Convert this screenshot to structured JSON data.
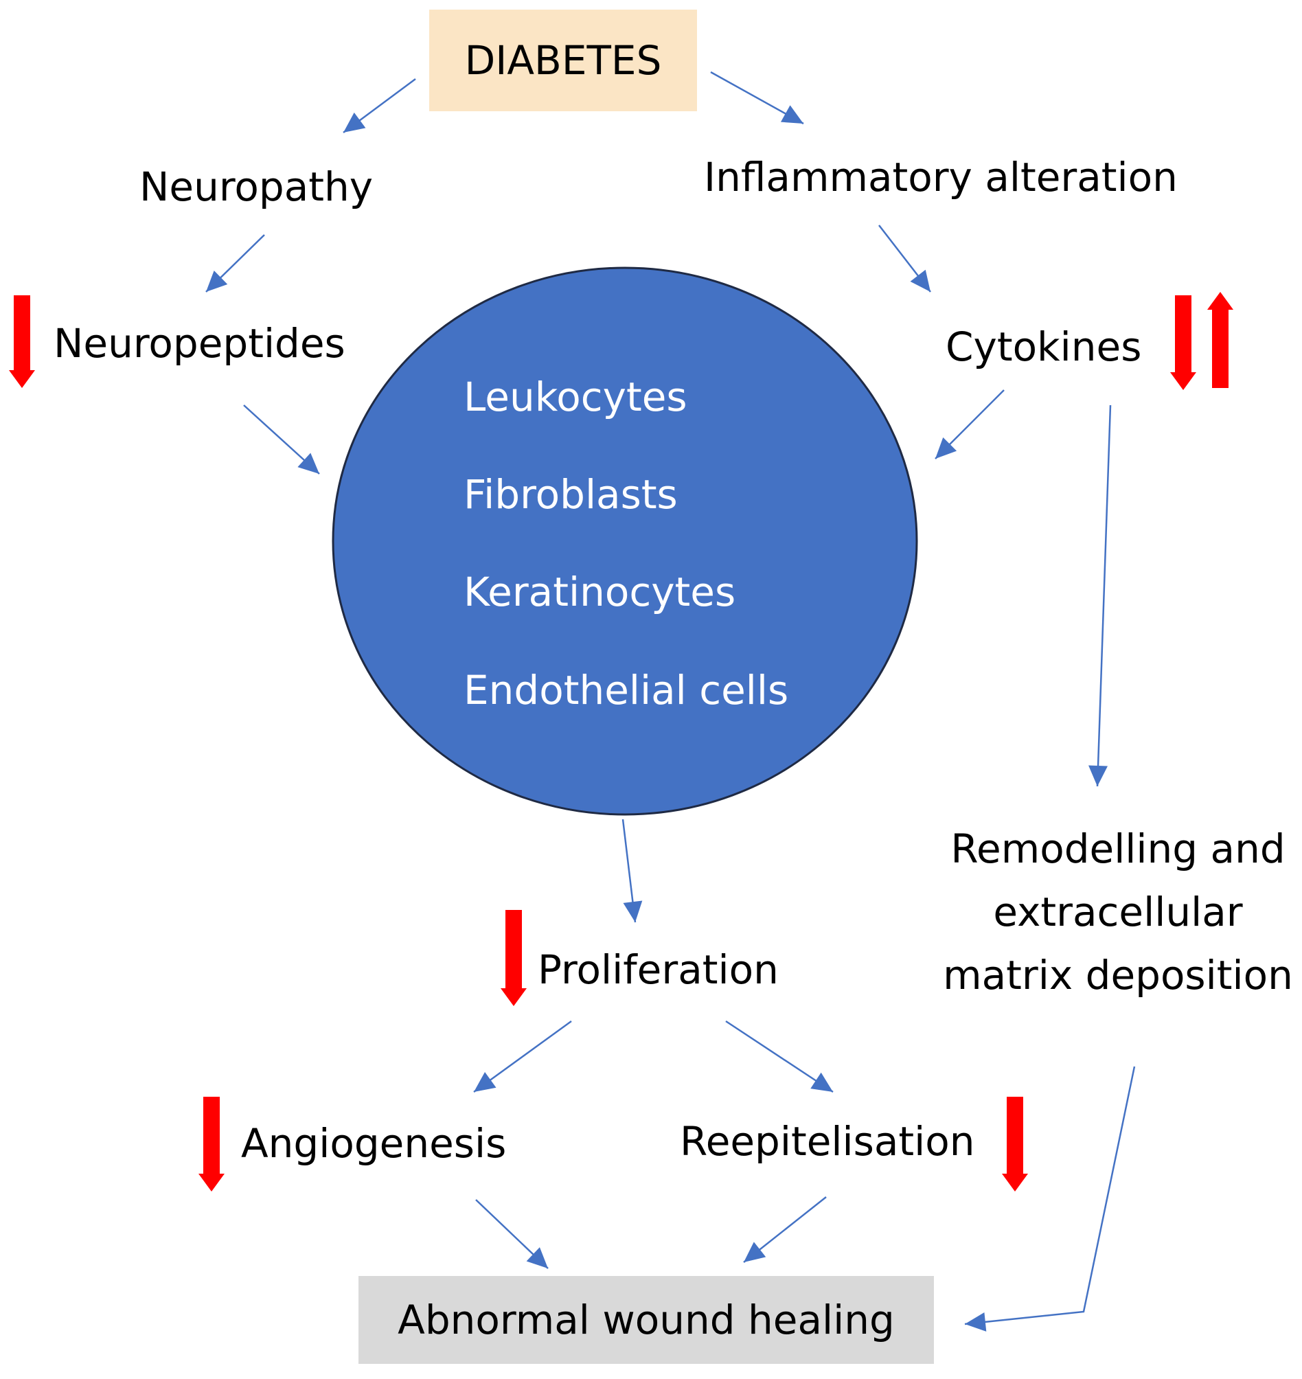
{
  "colors": {
    "diabetes_box": "#fbe5c5",
    "circle_fill": "#4472c4",
    "circle_stroke": "#1f2a44",
    "connector": "#4472c4",
    "indicator": "#ff0000",
    "outcome_box": "#d9d9d9"
  },
  "diagram": {
    "root": "DIABETES",
    "branches": {
      "neuropathy": "Neuropathy",
      "inflammatory": "Inflammatory alteration",
      "neuropeptides": "Neuropeptides",
      "cytokines": "Cytokines"
    },
    "cells": [
      "Leukocytes",
      "Fibroblasts",
      "Keratinocytes",
      "Endothelial cells"
    ],
    "remodelling": [
      "Remodelling and",
      "extracellular",
      "matrix deposition"
    ],
    "proliferation": "Proliferation",
    "angiogenesis": "Angiogenesis",
    "reepithelisation": "Reepitelisation",
    "outcome": "Abnormal wound healing"
  },
  "indicators": {
    "neuropeptides": "down",
    "cytokines": "down-up",
    "proliferation": "down",
    "angiogenesis": "down",
    "reepithelisation": "down"
  },
  "edges": [
    [
      "DIABETES",
      "Neuropathy"
    ],
    [
      "DIABETES",
      "Inflammatory alteration"
    ],
    [
      "Neuropathy",
      "Neuropeptides"
    ],
    [
      "Inflammatory alteration",
      "Cytokines"
    ],
    [
      "Neuropeptides",
      "Cells"
    ],
    [
      "Cytokines",
      "Cells"
    ],
    [
      "Cytokines",
      "Remodelling and extracellular matrix deposition"
    ],
    [
      "Cells",
      "Proliferation"
    ],
    [
      "Proliferation",
      "Angiogenesis"
    ],
    [
      "Proliferation",
      "Reepitelisation"
    ],
    [
      "Angiogenesis",
      "Abnormal wound healing"
    ],
    [
      "Reepitelisation",
      "Abnormal wound healing"
    ],
    [
      "Remodelling and extracellular matrix deposition",
      "Abnormal wound healing"
    ]
  ]
}
